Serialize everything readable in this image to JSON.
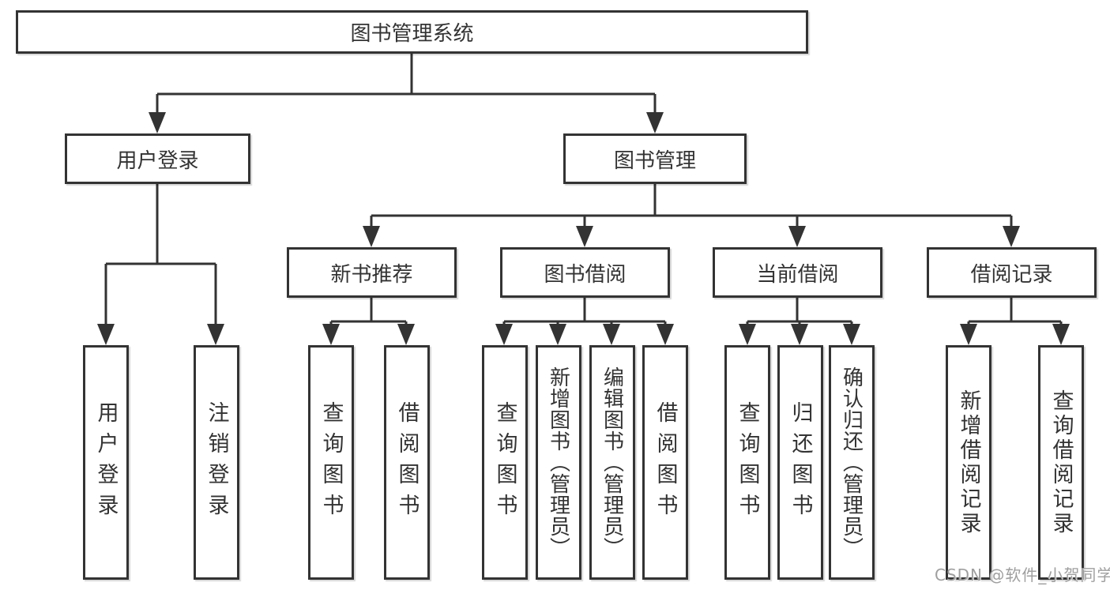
{
  "tree": {
    "label": "图书管理系统",
    "children": [
      {
        "label": "用户登录",
        "children": [
          {
            "label": "用户登录"
          },
          {
            "label": "注销登录"
          }
        ]
      },
      {
        "label": "图书管理",
        "children": [
          {
            "label": "新书推荐",
            "children": [
              {
                "label": "查询图书"
              },
              {
                "label": "借阅图书"
              }
            ]
          },
          {
            "label": "图书借阅",
            "children": [
              {
                "label": "查询图书"
              },
              {
                "label": "新增图书（管理员）"
              },
              {
                "label": "编辑图书（管理员）"
              },
              {
                "label": "借阅图书"
              }
            ]
          },
          {
            "label": "当前借阅",
            "children": [
              {
                "label": "查询图书"
              },
              {
                "label": "归还图书"
              },
              {
                "label": "确认归还（管理员）"
              }
            ]
          },
          {
            "label": "借阅记录",
            "children": [
              {
                "label": "新增借阅记录"
              },
              {
                "label": "查询借阅记录"
              }
            ]
          }
        ]
      }
    ]
  },
  "watermark": {
    "text": "CSDN @软件_小贺同学"
  },
  "colors": {
    "line": "#333333",
    "text": "#333333",
    "box_fill": "#ffffff",
    "background": "#ffffff",
    "watermark": "#9f9f9f"
  }
}
